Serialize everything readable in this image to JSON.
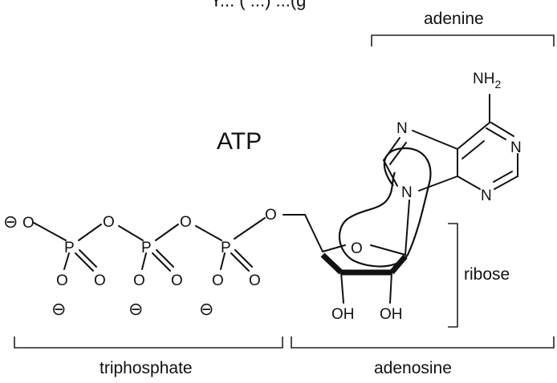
{
  "top_cut_text": "Y... ( ...) ...(g",
  "title": "ATP",
  "brackets": {
    "adenine": "adenine",
    "ribose": "ribose",
    "triphosphate": "triphosphate",
    "adenosine": "adenosine"
  },
  "atoms": {
    "nh2_n": "NH",
    "nh2_sub": "2",
    "n": "N",
    "o": "O",
    "p": "P",
    "oh": "OH",
    "minus": "⊖"
  }
}
